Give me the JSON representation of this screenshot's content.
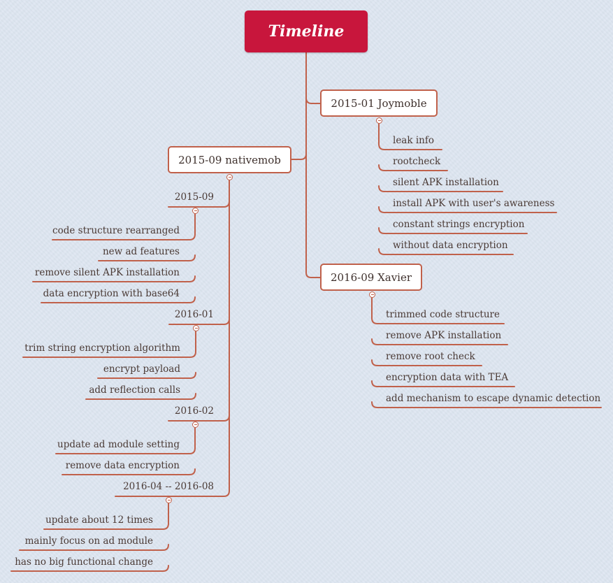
{
  "root": {
    "title": "Timeline"
  },
  "joymoble": {
    "title": "2015-01 Joymoble",
    "items": [
      "leak info",
      "rootcheck",
      "silent APK installation",
      "install APK with user's awareness",
      "constant strings encryption",
      "without data encryption"
    ]
  },
  "xavier": {
    "title": "2016-09 Xavier",
    "items": [
      "trimmed code structure",
      "remove APK installation",
      "remove root check",
      "encryption data with TEA",
      "add mechanism to escape dynamic detection"
    ]
  },
  "nativemob": {
    "title": "2015-09 nativemob",
    "groups": [
      {
        "label": "2015-09",
        "items": [
          "code structure rearranged",
          "new ad features",
          "remove silent APK installation",
          "data encryption with base64"
        ]
      },
      {
        "label": "2016-01",
        "items": [
          "trim string encryption algorithm",
          "encrypt payload",
          "add reflection calls"
        ]
      },
      {
        "label": "2016-02",
        "items": [
          "update ad module setting",
          "remove data encryption"
        ]
      },
      {
        "label": "2016-04 -- 2016-08",
        "items": [
          "update about 12 times",
          "mainly focus on ad module",
          "has no big functional change"
        ]
      }
    ]
  },
  "colors": {
    "root_fill": "#c8163c",
    "connector": "#c0614b",
    "node_fill": "#ffffff"
  }
}
